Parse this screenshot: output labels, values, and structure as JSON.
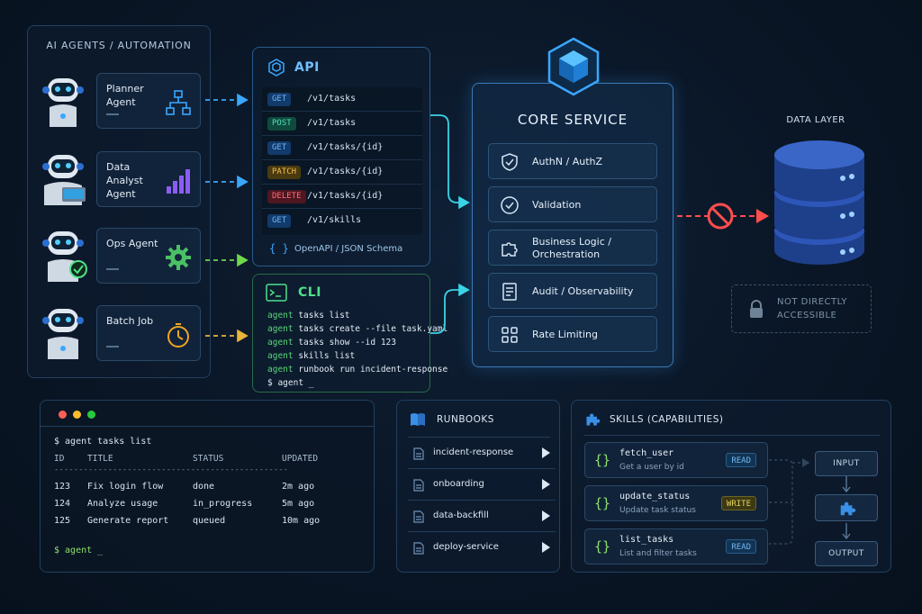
{
  "agents": {
    "title": "AI AGENTS / AUTOMATION",
    "items": [
      {
        "label": "Planner Agent",
        "icon": "org-chart-icon"
      },
      {
        "label": "Data Analyst Agent",
        "icon": "bar-chart-icon"
      },
      {
        "label": "Ops Agent",
        "icon": "gear-icon"
      },
      {
        "label": "Batch Job",
        "icon": "stopwatch-icon"
      }
    ]
  },
  "api": {
    "title": "API",
    "endpoints": [
      {
        "method": "GET",
        "path": "/v1/tasks"
      },
      {
        "method": "POST",
        "path": "/v1/tasks"
      },
      {
        "method": "GET",
        "path": "/v1/tasks/{id}"
      },
      {
        "method": "PATCH",
        "path": "/v1/tasks/{id}"
      },
      {
        "method": "DELETE",
        "path": "/v1/tasks/{id}"
      },
      {
        "method": "GET",
        "path": "/v1/skills"
      }
    ],
    "schema_label": "OpenAPI / JSON Schema"
  },
  "cli": {
    "title": "CLI",
    "lines": [
      {
        "cmd": "agent",
        "rest": " tasks list"
      },
      {
        "cmd": "agent",
        "rest": " tasks create --file task.yaml"
      },
      {
        "cmd": "agent",
        "rest": " tasks show --id 123"
      },
      {
        "cmd": "agent",
        "rest": " skills list"
      },
      {
        "cmd": "agent",
        "rest": " runbook run incident-response"
      }
    ],
    "prompt": "$ agent _"
  },
  "core": {
    "title": "CORE SERVICE",
    "items": [
      {
        "label": "AuthN / AuthZ",
        "icon": "shield-check-icon"
      },
      {
        "label": "Validation",
        "icon": "check-circle-icon"
      },
      {
        "label": "Business Logic / Orchestration",
        "icon": "puzzle-icon"
      },
      {
        "label": "Audit / Observability",
        "icon": "document-icon"
      },
      {
        "label": "Rate Limiting",
        "icon": "grid-icon"
      }
    ]
  },
  "data_layer": {
    "title": "DATA LAYER",
    "notice": "NOT DIRECTLY ACCESSIBLE"
  },
  "terminal": {
    "command": "$ agent tasks list",
    "columns": [
      "ID",
      "TITLE",
      "STATUS",
      "UPDATED"
    ],
    "separator": "------------------------------------------------",
    "rows": [
      [
        "123",
        "Fix login flow",
        "done",
        "2m ago"
      ],
      [
        "124",
        "Analyze usage",
        "in_progress",
        "5m ago"
      ],
      [
        "125",
        "Generate report",
        "queued",
        "10m ago"
      ]
    ],
    "prompt": "$ agent _"
  },
  "runbooks": {
    "title": "RUNBOOKS",
    "items": [
      "incident-response",
      "onboarding",
      "data-backfill",
      "deploy-service"
    ]
  },
  "skills": {
    "title": "SKILLS (CAPABILITIES)",
    "items": [
      {
        "name": "fetch_user",
        "desc": "Get a user by id",
        "perm": "READ"
      },
      {
        "name": "update_status",
        "desc": "Update task status",
        "perm": "WRITE"
      },
      {
        "name": "list_tasks",
        "desc": "List and filter tasks",
        "perm": "READ"
      }
    ],
    "flow": {
      "input": "INPUT",
      "output": "OUTPUT"
    }
  },
  "colors": {
    "accent": "#3aa7ff",
    "cli_green": "#4fe08a",
    "blocked_red": "#ff4d4d"
  }
}
